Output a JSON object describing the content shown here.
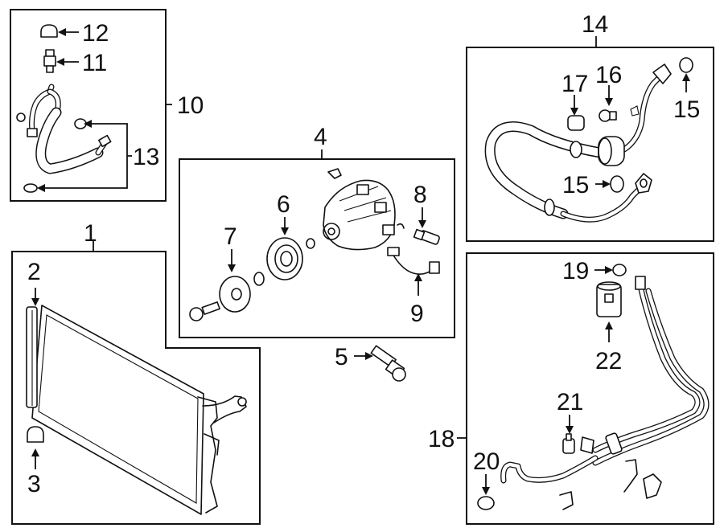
{
  "callouts": {
    "c1": "1",
    "c2": "2",
    "c3": "3",
    "c4": "4",
    "c5": "5",
    "c6": "6",
    "c7": "7",
    "c8": "8",
    "c9": "9",
    "c10": "10",
    "c11": "11",
    "c12": "12",
    "c13": "13",
    "c14": "14",
    "c15a": "15",
    "c15b": "15",
    "c16": "16",
    "c17": "17",
    "c18": "18",
    "c19": "19",
    "c20": "20",
    "c21": "21",
    "c22": "22"
  },
  "colors": {
    "line": "#111111",
    "background": "#ffffff"
  }
}
